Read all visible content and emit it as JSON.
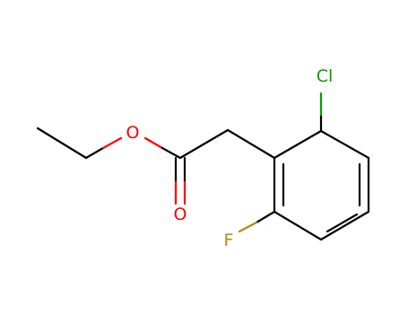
{
  "molecule": {
    "atoms": {
      "ester_o": {
        "label": "O",
        "color": "#ff0000"
      },
      "carbonyl_o": {
        "label": "O",
        "color": "#ff0000"
      },
      "chlorine": {
        "label": "Cl",
        "color": "#00a000"
      },
      "fluorine": {
        "label": "F",
        "color": "#b8860b"
      }
    },
    "bond_color": "#000000"
  }
}
